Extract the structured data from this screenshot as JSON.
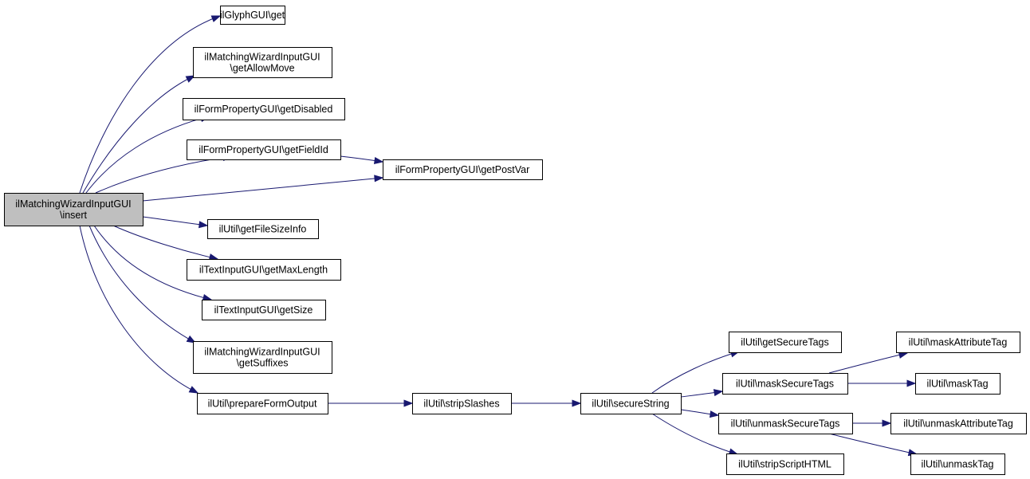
{
  "graph": {
    "nodes": [
      {
        "id": "insert",
        "lines": [
          "ilMatchingWizardInputGUI",
          "\\insert"
        ],
        "root": true
      },
      {
        "id": "glyph_get",
        "lines": [
          "ilGlyphGUI\\get"
        ]
      },
      {
        "id": "getAllowMove",
        "lines": [
          "ilMatchingWizardInputGUI",
          "\\getAllowMove"
        ]
      },
      {
        "id": "getDisabled",
        "lines": [
          "ilFormPropertyGUI\\getDisabled"
        ]
      },
      {
        "id": "getFieldId",
        "lines": [
          "ilFormPropertyGUI\\getFieldId"
        ]
      },
      {
        "id": "getPostVar",
        "lines": [
          "ilFormPropertyGUI\\getPostVar"
        ]
      },
      {
        "id": "getFileSizeInfo",
        "lines": [
          "ilUtil\\getFileSizeInfo"
        ]
      },
      {
        "id": "getMaxLength",
        "lines": [
          "ilTextInputGUI\\getMaxLength"
        ]
      },
      {
        "id": "getSize",
        "lines": [
          "ilTextInputGUI\\getSize"
        ]
      },
      {
        "id": "getSuffixes",
        "lines": [
          "ilMatchingWizardInputGUI",
          "\\getSuffixes"
        ]
      },
      {
        "id": "prepareFormOutput",
        "lines": [
          "ilUtil\\prepareFormOutput"
        ]
      },
      {
        "id": "stripSlashes",
        "lines": [
          "ilUtil\\stripSlashes"
        ]
      },
      {
        "id": "secureString",
        "lines": [
          "ilUtil\\secureString"
        ]
      },
      {
        "id": "getSecureTags",
        "lines": [
          "ilUtil\\getSecureTags"
        ]
      },
      {
        "id": "maskSecureTags",
        "lines": [
          "ilUtil\\maskSecureTags"
        ]
      },
      {
        "id": "unmaskSecureTags",
        "lines": [
          "ilUtil\\unmaskSecureTags"
        ]
      },
      {
        "id": "stripScriptHTML",
        "lines": [
          "ilUtil\\stripScriptHTML"
        ]
      },
      {
        "id": "maskAttributeTag",
        "lines": [
          "ilUtil\\maskAttributeTag"
        ]
      },
      {
        "id": "maskTag",
        "lines": [
          "ilUtil\\maskTag"
        ]
      },
      {
        "id": "unmaskAttributeTag",
        "lines": [
          "ilUtil\\unmaskAttributeTag"
        ]
      },
      {
        "id": "unmaskTag",
        "lines": [
          "ilUtil\\unmaskTag"
        ]
      }
    ],
    "edges": [
      {
        "from": "insert",
        "to": "glyph_get"
      },
      {
        "from": "insert",
        "to": "getAllowMove"
      },
      {
        "from": "insert",
        "to": "getDisabled"
      },
      {
        "from": "insert",
        "to": "getFieldId"
      },
      {
        "from": "insert",
        "to": "getPostVar"
      },
      {
        "from": "insert",
        "to": "getFileSizeInfo"
      },
      {
        "from": "insert",
        "to": "getMaxLength"
      },
      {
        "from": "insert",
        "to": "getSize"
      },
      {
        "from": "insert",
        "to": "getSuffixes"
      },
      {
        "from": "insert",
        "to": "prepareFormOutput"
      },
      {
        "from": "getFieldId",
        "to": "getPostVar"
      },
      {
        "from": "prepareFormOutput",
        "to": "stripSlashes"
      },
      {
        "from": "stripSlashes",
        "to": "secureString"
      },
      {
        "from": "secureString",
        "to": "getSecureTags"
      },
      {
        "from": "secureString",
        "to": "maskSecureTags"
      },
      {
        "from": "secureString",
        "to": "unmaskSecureTags"
      },
      {
        "from": "secureString",
        "to": "stripScriptHTML"
      },
      {
        "from": "maskSecureTags",
        "to": "maskAttributeTag"
      },
      {
        "from": "maskSecureTags",
        "to": "maskTag"
      },
      {
        "from": "unmaskSecureTags",
        "to": "unmaskAttributeTag"
      },
      {
        "from": "unmaskSecureTags",
        "to": "unmaskTag"
      }
    ],
    "colors": {
      "edge": "#191970",
      "root_fill": "#bfbfbf",
      "node_fill": "#ffffff",
      "node_border": "#000000"
    }
  }
}
